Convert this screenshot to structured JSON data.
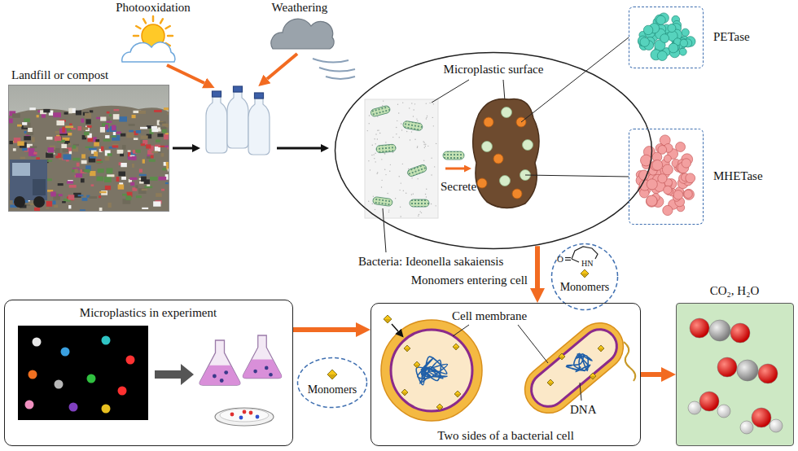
{
  "diagram": {
    "nodes": [
      {
        "text": [
          "Landfill or compost"
        ]
      },
      {
        "text": [
          "Microplastic surface",
          "Secrete",
          "Bacteria: Ideonella sakaiensis"
        ]
      },
      {
        "text": [
          "PETase"
        ]
      },
      {
        "text": [
          "MHETase"
        ]
      },
      {
        "text": [
          "Monomers"
        ]
      },
      {
        "text": [
          "Microplastics in experiment"
        ]
      },
      {
        "text": [
          "Monomers"
        ]
      },
      {
        "text": [
          "Cell membrane",
          "DNA",
          "Two sides of a bacterial cell"
        ]
      },
      {
        "text": [
          "CO₂, H₂O"
        ]
      }
    ],
    "edges": [
      {
        "from": 1,
        "to": 2,
        "arrow": "none"
      },
      {
        "from": 1,
        "to": 3,
        "arrow": "none"
      },
      {
        "from": 1,
        "to": 7,
        "arrow": "to",
        "label": "Monomers entering cell"
      },
      {
        "from": 5,
        "to": 7,
        "arrow": "to"
      },
      {
        "from": 7,
        "to": 8,
        "arrow": "to"
      }
    ],
    "labels": [
      "Photooxidation",
      "Weathering",
      "O",
      "HN"
    ]
  }
}
